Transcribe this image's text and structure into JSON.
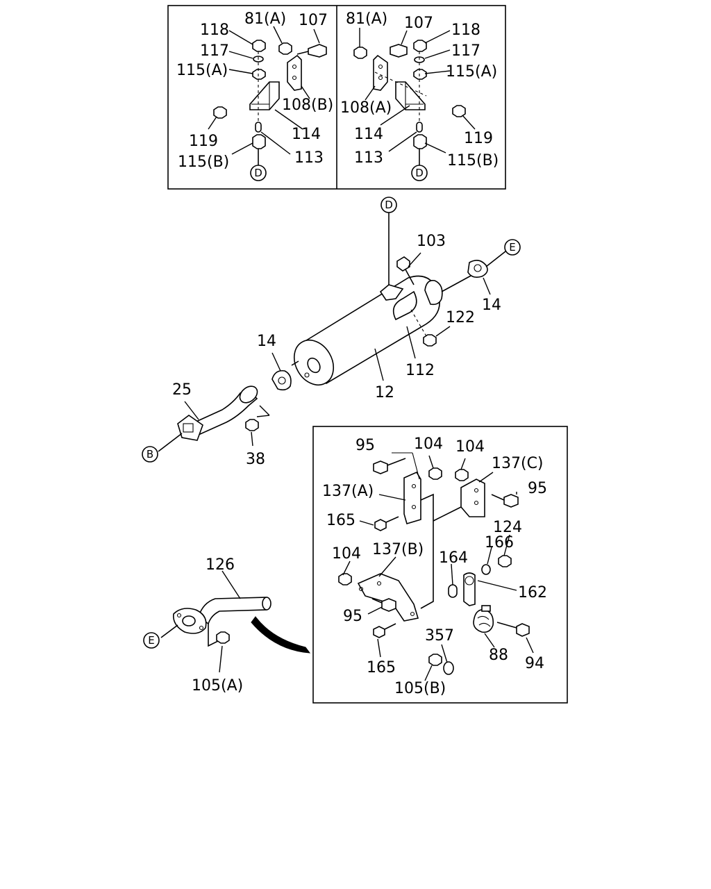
{
  "callouts": {
    "b_left": "B",
    "d_top": "D",
    "d_inset_left": "D",
    "d_inset_right": "D",
    "e_right": "E",
    "e_left": "E"
  },
  "labels": {
    "l118a": "118",
    "l81a_a": "81(A)",
    "l107a": "107",
    "l117a": "117",
    "l115aa": "115(A)",
    "l108b": "108(B)",
    "l119a": "119",
    "l114a": "114",
    "l113a": "113",
    "l115ba": "115(B)",
    "l81a_b": "81(A)",
    "l107b": "107",
    "l118b": "118",
    "l117b": "117",
    "l115ab": "115(A)",
    "l108a": "108(A)",
    "l114b": "114",
    "l119b": "119",
    "l113b": "113",
    "l115bb": "115(B)",
    "l103": "103",
    "l14r": "14",
    "l122": "122",
    "l112": "112",
    "l12": "12",
    "l14l": "14",
    "l25": "25",
    "l38": "38",
    "l95a": "95",
    "l104a": "104",
    "l104b": "104",
    "l137c": "137(C)",
    "l95b": "95",
    "l137a": "137(A)",
    "l165a": "165",
    "l124": "124",
    "l166": "166",
    "l104c": "104",
    "l137b": "137(B)",
    "l164": "164",
    "l162": "162",
    "l95c": "95",
    "l357": "357",
    "l88": "88",
    "l94": "94",
    "l165b": "165",
    "l105b": "105(B)",
    "l126": "126",
    "l105a": "105(A)"
  }
}
